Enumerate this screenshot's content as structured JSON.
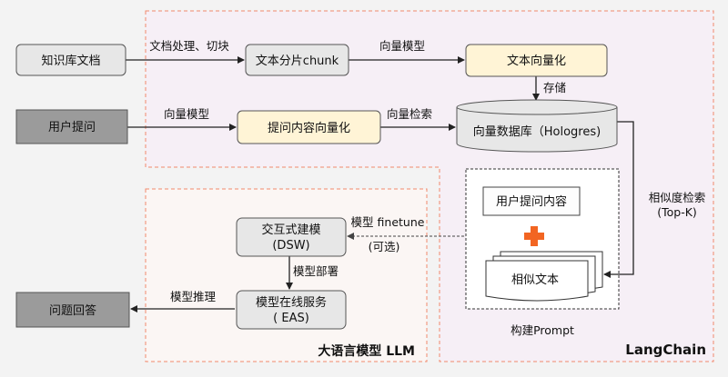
{
  "nodes": {
    "kb_docs": "知识库文档",
    "text_chunk": "文本分片chunk",
    "text_vectorize": "文本向量化",
    "user_question": "用户提问",
    "question_vectorize": "提问内容向量化",
    "vector_db": "向量数据库（Hologres)",
    "user_question_content": "用户提问内容",
    "similar_text": "相似文本",
    "dsw_line1": "交互式建模",
    "dsw_line2": "(DSW)",
    "eas_line1": "模型在线服务",
    "eas_line2": "( EAS)",
    "answer": "问题回答"
  },
  "edges": {
    "doc_process": "文档处理、切块",
    "vector_model_1": "向量模型",
    "store": "存储",
    "vector_model_2": "向量模型",
    "vector_search": "向量检索",
    "similarity_search_line1": "相似度检索",
    "similarity_search_line2": "(Top-K)",
    "finetune": "模型 finetune",
    "optional": "(可选)",
    "deploy": "模型部署",
    "inference": "模型推理"
  },
  "regions": {
    "langchain": "LangChain",
    "llm": "大语言模型 LLM",
    "prompt": "构建Prompt"
  },
  "colors": {
    "langchain_bg": "#f6eff6",
    "llm_bg": "#fbf6f4",
    "region_border": "#f08a6c",
    "node_grey": "#e7e7e7",
    "node_dark": "#9b9b9b",
    "node_yellow": "#fff4d6",
    "plus": "#f26522"
  }
}
